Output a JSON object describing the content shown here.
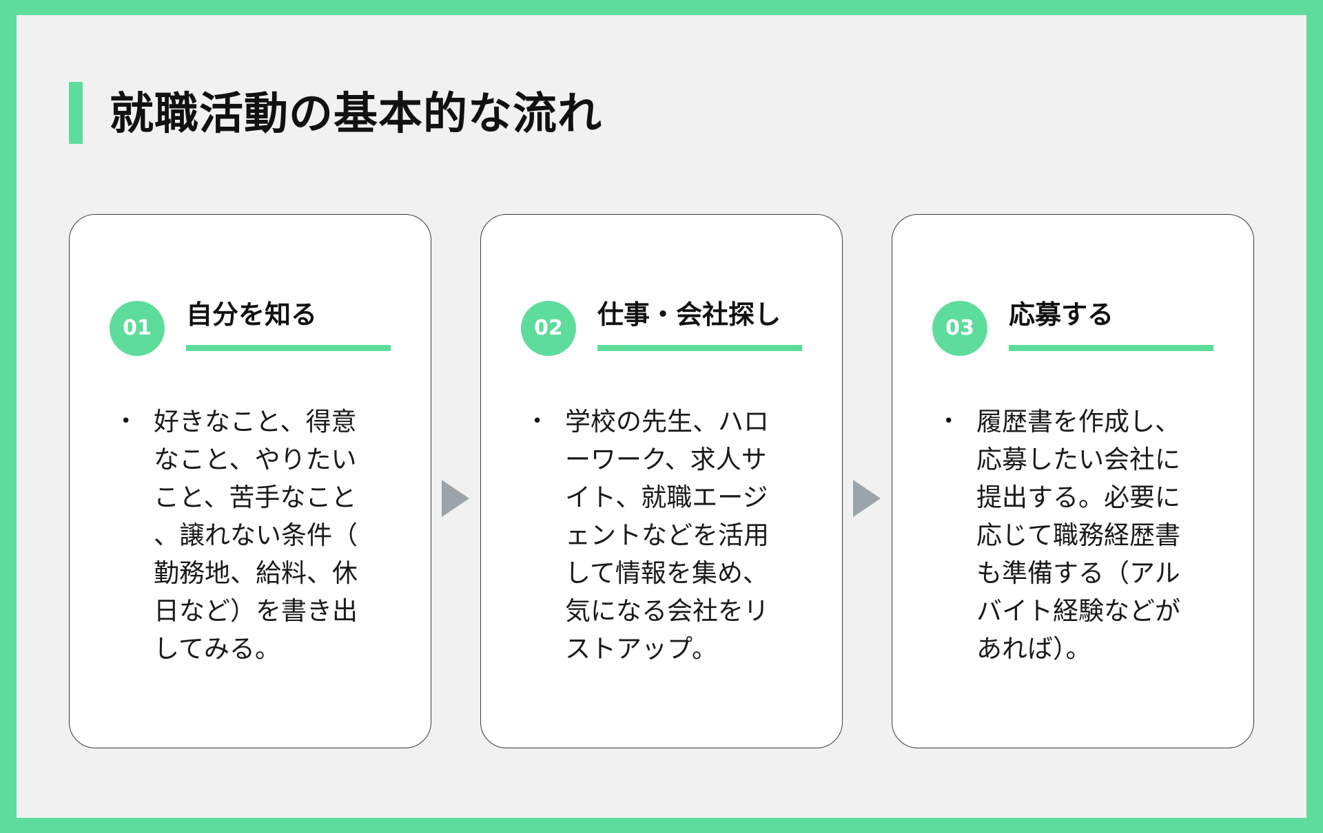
{
  "title": "就職活動の基本的な流れ",
  "steps": [
    {
      "number": "01",
      "title": "自分を知る",
      "text": "好きなこと、得意なこと、やりたいこと、苦手なこと、譲れない条件（勤務地、給料、休日など）を書き出してみる。"
    },
    {
      "number": "02",
      "title": "仕事・会社探し",
      "text": "学校の先生、ハローワーク、求人サイト、就職エージェントなどを活用して情報を集め、気になる会社をリストアップ。"
    },
    {
      "number": "03",
      "title": "応募する",
      "text": "履歴書を作成し、応募したい会社に提出する。必要に応じて職務経歴書も準備する（アルバイト経験などがあれば）。"
    }
  ],
  "icons": {
    "bullet": "•",
    "arrow": "arrow-right-icon"
  },
  "colors": {
    "accent": "#5edc9c",
    "background": "#f1f1f1",
    "card": "#ffffff",
    "arrow": "#9aa4a9",
    "text": "#111111"
  }
}
